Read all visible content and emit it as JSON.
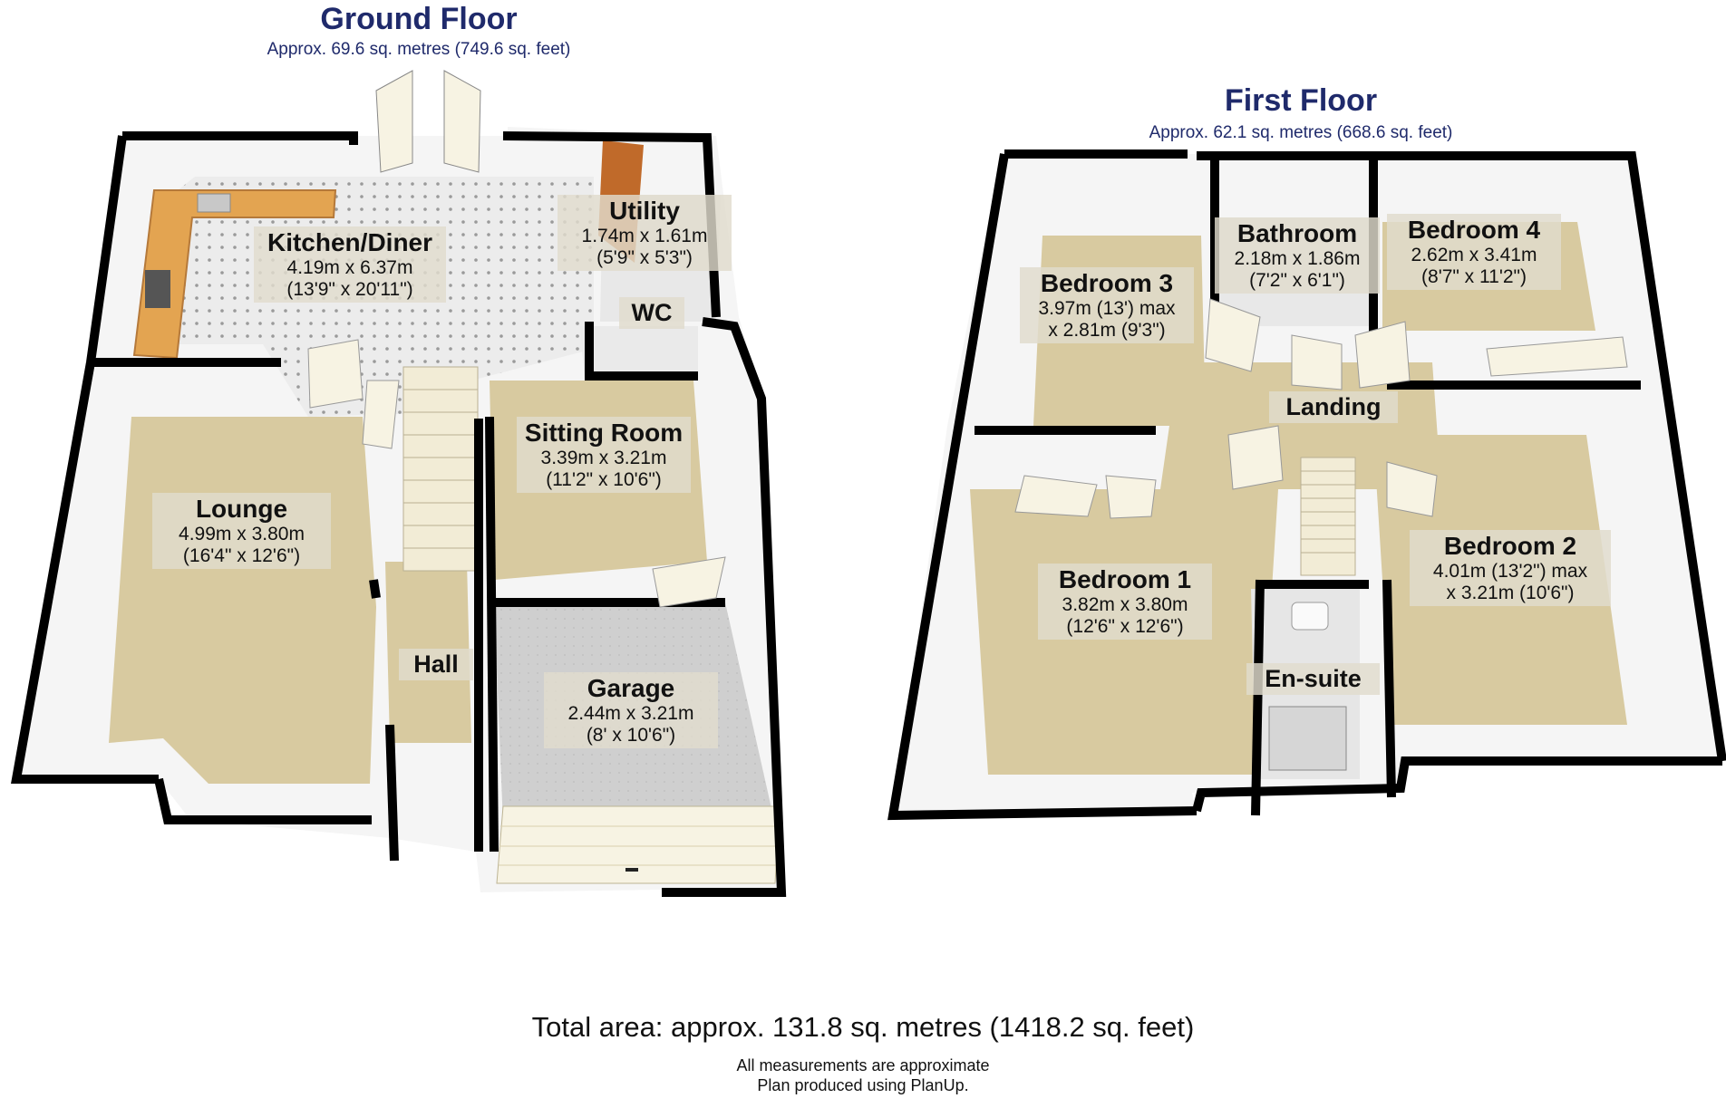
{
  "ground_floor": {
    "title": "Ground Floor",
    "area": "Approx. 69.6 sq. metres (749.6 sq. feet)",
    "rooms": [
      {
        "name": "Kitchen/Diner",
        "metric": "4.19m x 6.37m",
        "imperial": "(13'9\" x 20'11\")"
      },
      {
        "name": "Utility",
        "metric": "1.74m x 1.61m",
        "imperial": "(5'9\" x 5'3\")"
      },
      {
        "name": "WC"
      },
      {
        "name": "Lounge",
        "metric": "4.99m x 3.80m",
        "imperial": "(16'4\" x 12'6\")"
      },
      {
        "name": "Sitting Room",
        "metric": "3.39m x 3.21m",
        "imperial": "(11'2\" x 10'6\")"
      },
      {
        "name": "Hall"
      },
      {
        "name": "Garage",
        "metric": "2.44m x 3.21m",
        "imperial": "(8' x 10'6\")"
      }
    ]
  },
  "first_floor": {
    "title": "First Floor",
    "area": "Approx. 62.1 sq. metres (668.6 sq. feet)",
    "rooms": [
      {
        "name": "Bedroom 3",
        "metric": "3.97m (13') max",
        "imperial": "x 2.81m (9'3\")"
      },
      {
        "name": "Bathroom",
        "metric": "2.18m x 1.86m",
        "imperial": "(7'2\" x 6'1\")"
      },
      {
        "name": "Bedroom 4",
        "metric": "2.62m x 3.41m",
        "imperial": "(8'7\" x 11'2\")"
      },
      {
        "name": "Landing"
      },
      {
        "name": "Bedroom 1",
        "metric": "3.82m x 3.80m",
        "imperial": "(12'6\" x 12'6\")"
      },
      {
        "name": "En-suite"
      },
      {
        "name": "Bedroom 2",
        "metric": "4.01m (13'2\") max",
        "imperial": "x 3.21m (10'6\")"
      }
    ]
  },
  "footer": {
    "total": "Total area: approx. 131.8 sq. metres (1418.2 sq. feet)",
    "note1": "All measurements are approximate",
    "note2": "Plan produced using PlanUp."
  },
  "colors": {
    "title": "#1f2a6b",
    "wall": "#000000",
    "carpet": "#d8caa0",
    "tile": "#e6e6e6",
    "worktop": "#e3a451",
    "wall_face": "#f4f4f4"
  }
}
